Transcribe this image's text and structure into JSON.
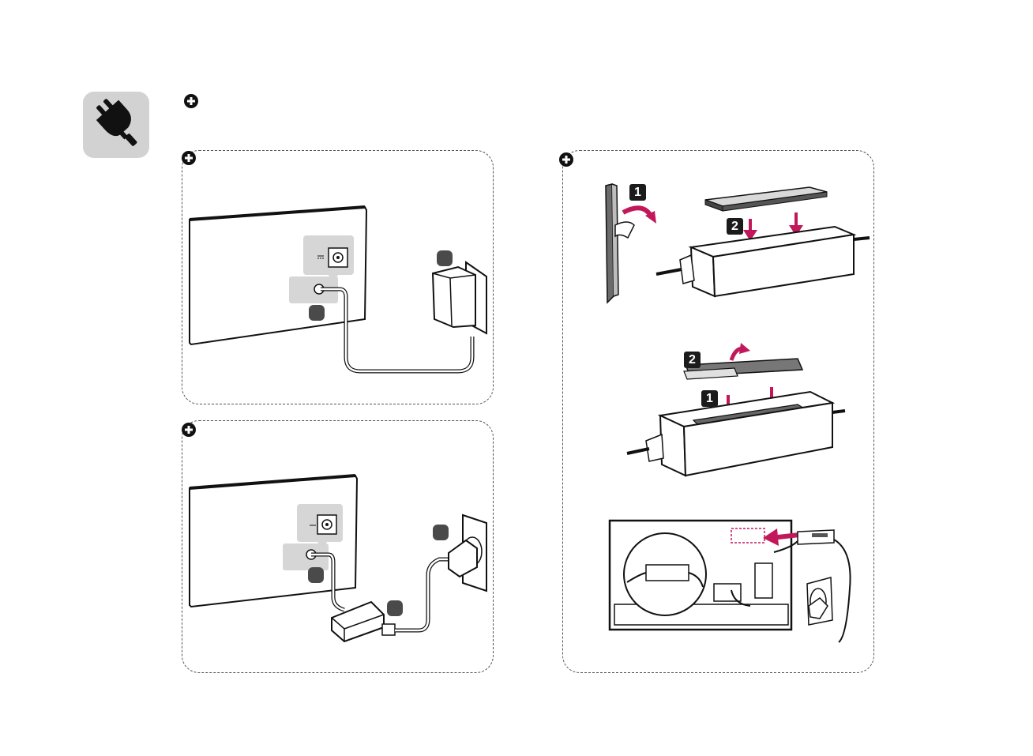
{
  "header": {
    "icon": "power-plug-icon",
    "plus_icon": "plus-circle-icon"
  },
  "panels": [
    {
      "id": "panel-adapter-wall",
      "icon": "plus-circle-icon"
    },
    {
      "id": "panel-adapter-cable",
      "icon": "plus-circle-icon"
    },
    {
      "id": "panel-mounting-tape",
      "icon": "plus-circle-icon",
      "steps_a": [
        "1",
        "2"
      ],
      "steps_b": [
        "2",
        "1"
      ]
    }
  ],
  "colors": {
    "accent": "#c2185b",
    "icon_bg": "#d2d2d2",
    "dark": "#1b1b1b"
  }
}
